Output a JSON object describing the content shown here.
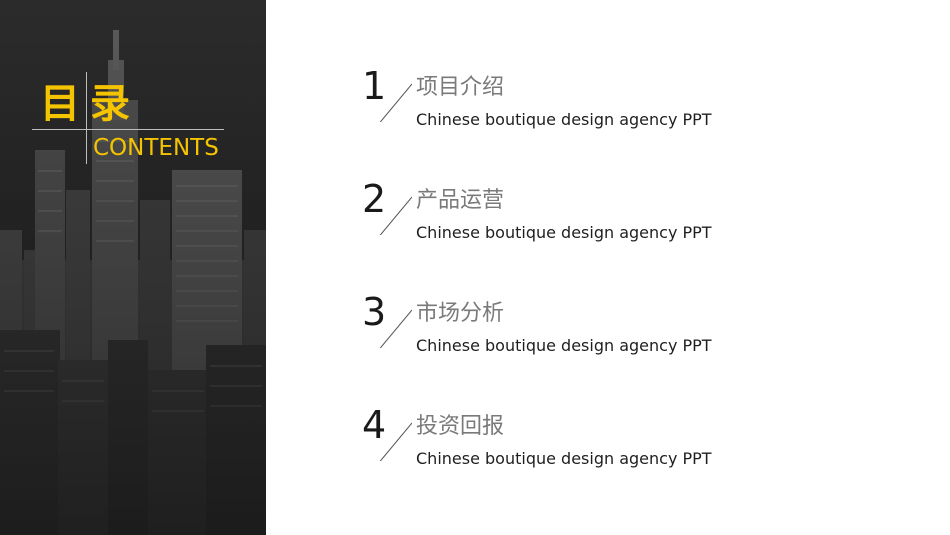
{
  "sidebar": {
    "title_cn": "目录",
    "title_en": "CONTENTS",
    "accent_color": "#f5c400"
  },
  "toc": {
    "items": [
      {
        "number": "1",
        "title": "项目介绍",
        "subtitle": "Chinese boutique design agency PPT"
      },
      {
        "number": "2",
        "title": "产品运营",
        "subtitle": "Chinese boutique design agency PPT"
      },
      {
        "number": "3",
        "title": "市场分析",
        "subtitle": "Chinese boutique design agency PPT"
      },
      {
        "number": "4",
        "title": "投资回报",
        "subtitle": "Chinese boutique design agency PPT"
      }
    ]
  }
}
